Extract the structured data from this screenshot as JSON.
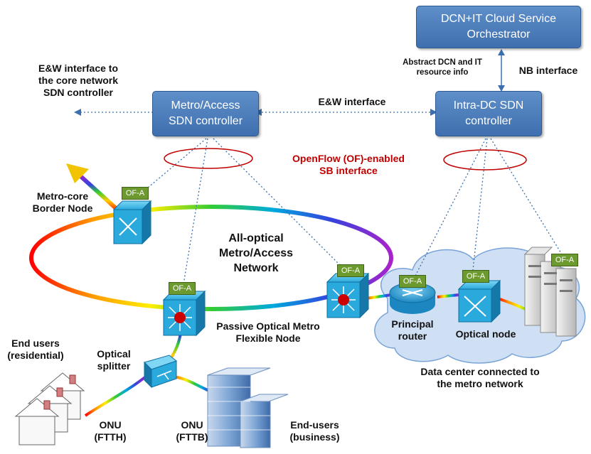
{
  "controllers": {
    "orchestrator": "DCN+IT Cloud Service\nOrchestrator",
    "metro": "Metro/Access\nSDN controller",
    "intradc": "Intra-DC SDN\ncontroller"
  },
  "labels": {
    "ew_core": "E&W interface to\nthe core network\nSDN controller",
    "ew": "E&W interface",
    "abstract": "Abstract DCN and IT\nresource info",
    "nb": "NB interface",
    "openflow": "OpenFlow (OF)-enabled\nSB interface",
    "border_node": "Metro-core\nBorder Node",
    "all_optical": "All-optical\nMetro/Access\nNetwork",
    "passive_node": "Passive Optical Metro\nFlexible Node",
    "end_users_res": "End users\n(residential)",
    "splitter": "Optical\nsplitter",
    "onu_ftth": "ONU\n(FTTH)",
    "onu_fttb": "ONU\n(FTTB)",
    "end_users_bus": "End-users\n(business)",
    "principal_router": "Principal\nrouter",
    "optical_node": "Optical node",
    "datacenter": "Data center connected to\nthe metro network"
  },
  "ofa_tag": "OF-A",
  "colors": {
    "controller_box": "#4a7cbf",
    "openflow_text": "#c00000",
    "ofa_tag": "#6c9a2e",
    "switch_blue": "#1f9bd1",
    "cloud": "#cfe0f5"
  }
}
